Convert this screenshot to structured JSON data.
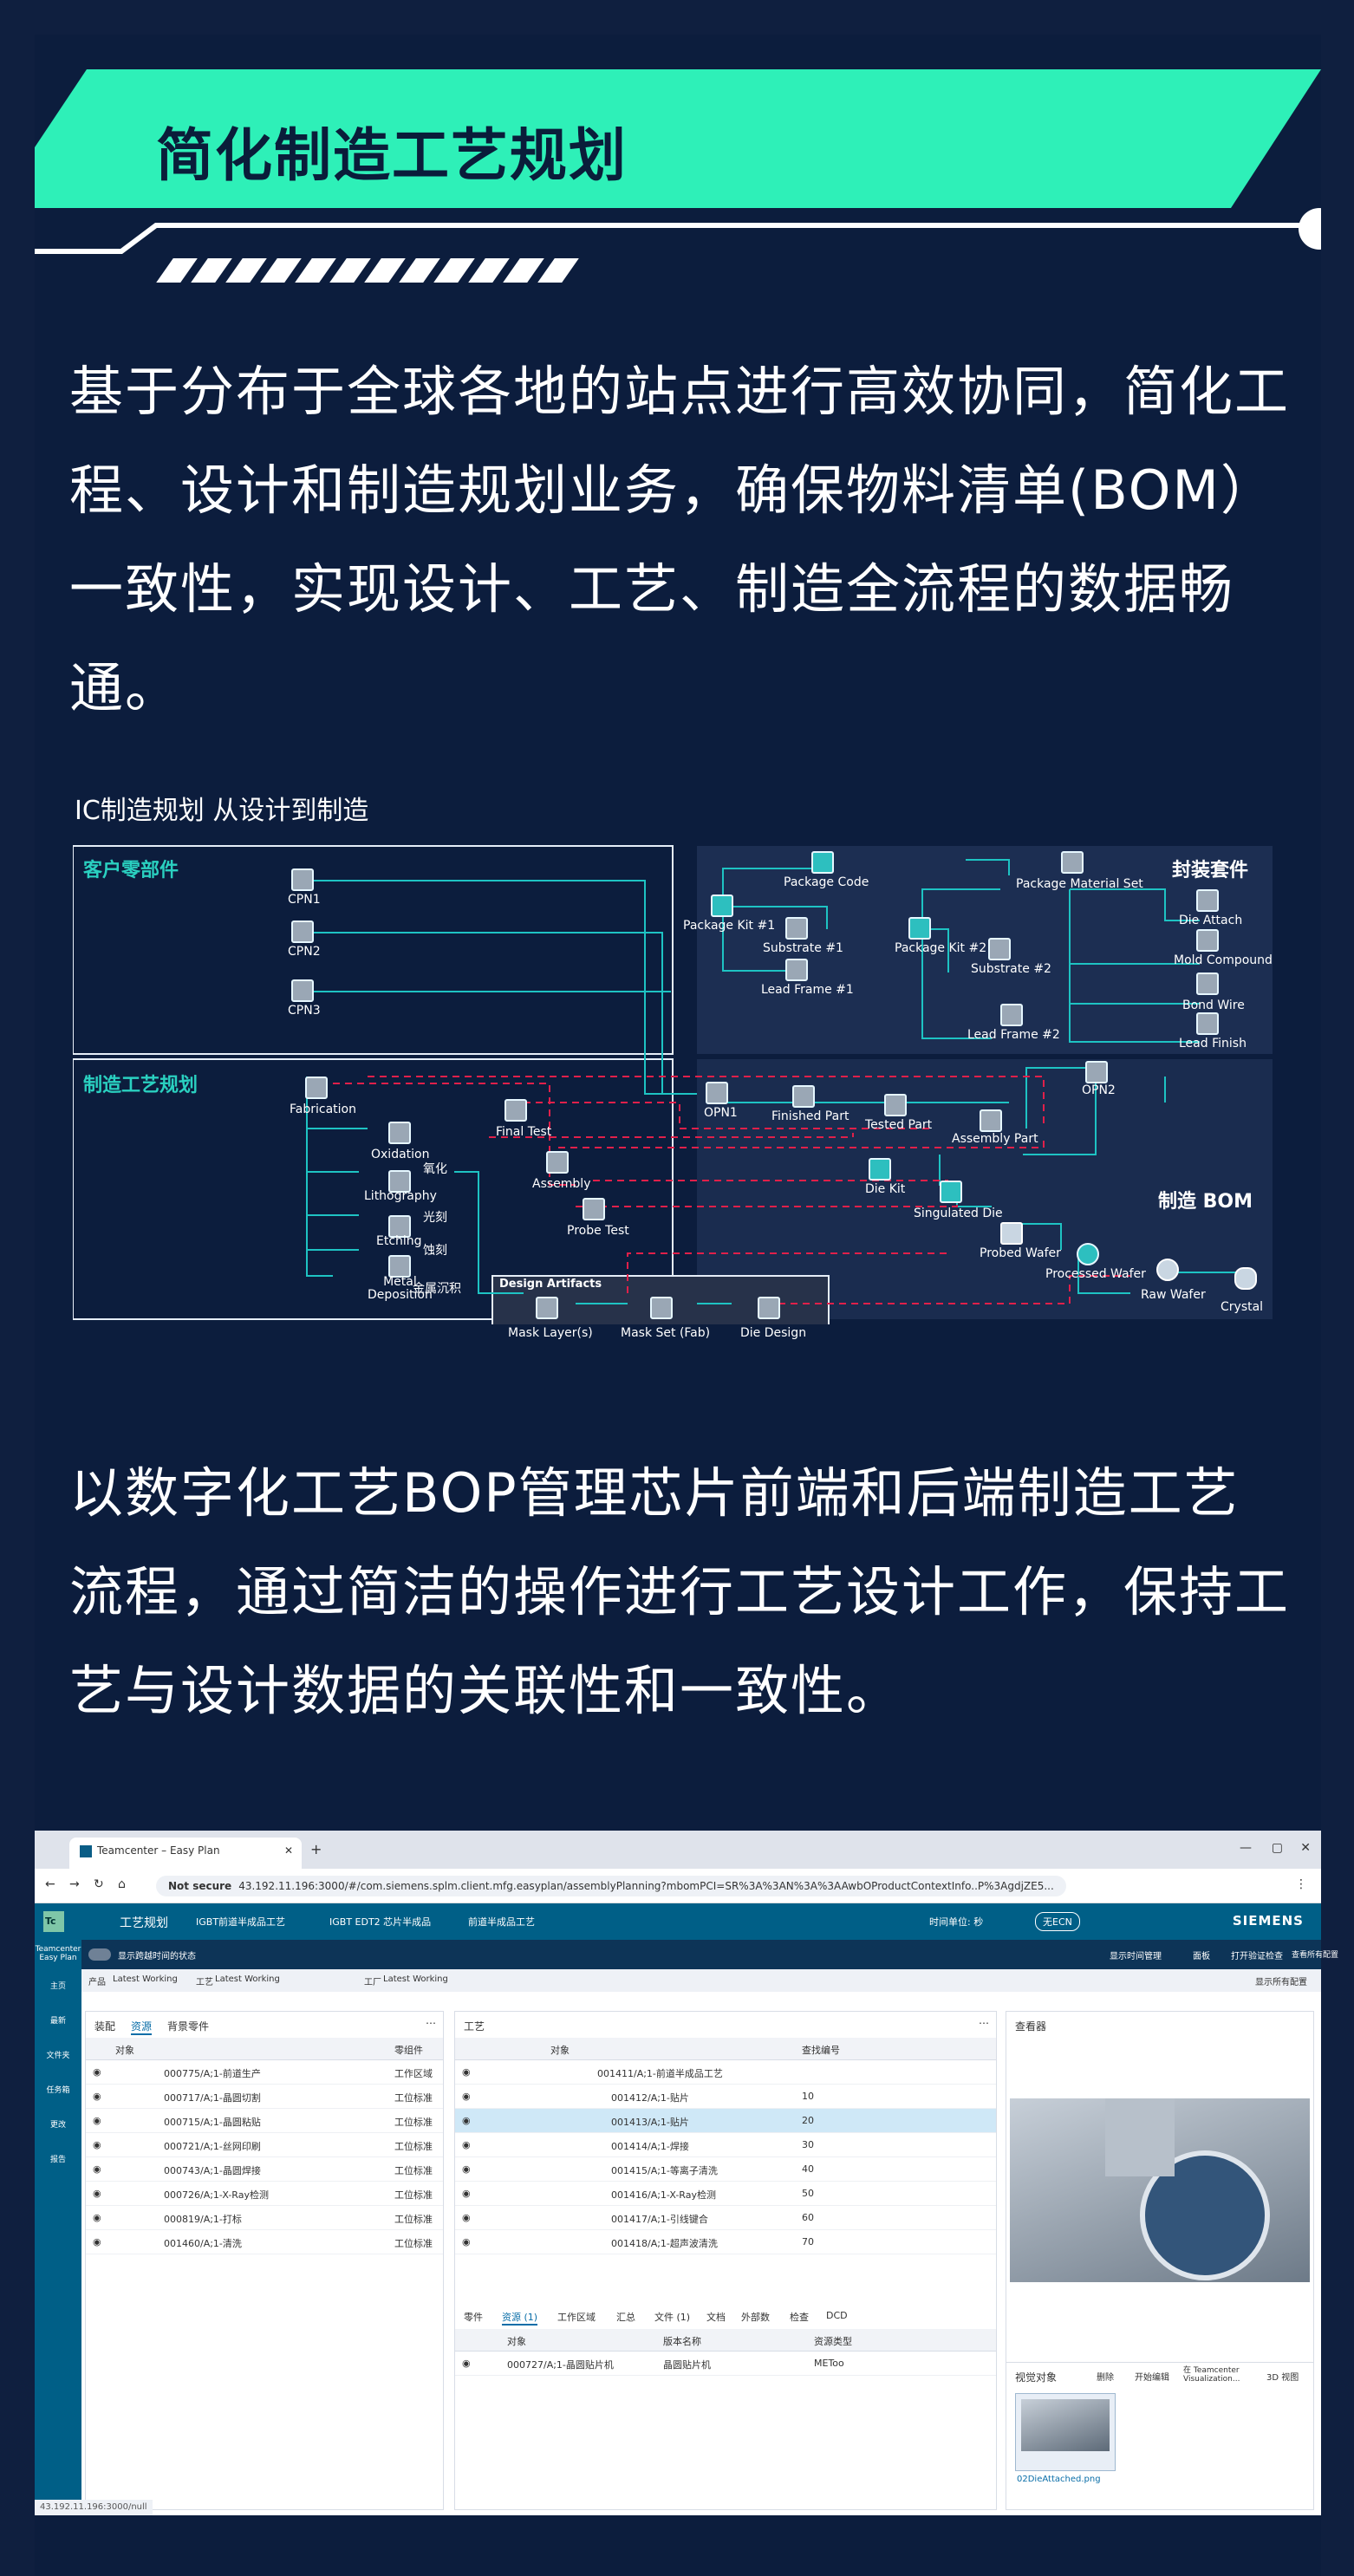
{
  "banner": {
    "title": "简化制造工艺规划"
  },
  "intro": "基于分布于全球各地的站点进行高效协同，简化工程、设计和制造规划业务，确保物料清单(BOM）一致性，实现设计、工艺、制造全流程的数据畅通。",
  "diagram": {
    "title": "IC制造规划 从设计到制造",
    "sections": {
      "customer": "客户零部件",
      "process": "制造工艺规划",
      "package": "封装套件",
      "bom": "制造 BOM",
      "design": "Design Artifacts"
    },
    "nodes": {
      "cpn1": "CPN1",
      "cpn2": "CPN2",
      "cpn3": "CPN3",
      "package_code": "Package Code",
      "package_kit1": "Package Kit #1",
      "substrate1": "Substrate #1",
      "lead_frame1": "Lead Frame #1",
      "package_kit2": "Package Kit #2",
      "substrate2": "Substrate #2",
      "lead_frame2": "Lead Frame #2",
      "package_material_set": "Package Material Set",
      "die_attach": "Die Attach",
      "mold_compound": "Mold Compound",
      "bond_wire": "Bond Wire",
      "lead_finish": "Lead Finish",
      "fabrication": "Fabrication",
      "oxidation": "Oxidation",
      "oxidation_cn": "氧化",
      "lithography": "Lithography",
      "lithography_cn": "光刻",
      "etching": "Etching",
      "etching_cn": "蚀刻",
      "metal_deposition": "Metal\nDeposition",
      "metal_deposition_cn": "金属沉积",
      "final_test": "Final Test",
      "assembly": "Assembly",
      "probe_test": "Probe Test",
      "opn1": "OPN1",
      "opn2": "OPN2",
      "finished_part": "Finished Part",
      "tested_part": "Tested Part",
      "assembly_part": "Assembly Part",
      "die_kit": "Die Kit",
      "singulated_die": "Singulated Die",
      "probed_wafer": "Probed Wafer",
      "processed_wafer": "Processed Wafer",
      "raw_wafer": "Raw Wafer",
      "crystal": "Crystal",
      "mask_layers": "Mask Layer(s)",
      "mask_set": "Mask Set (Fab)",
      "die_design": "Die Design"
    }
  },
  "second_para": "以数字化工艺BOP管理芯片前端和后端制造工艺流程，通过简洁的操作进行工艺设计工作，保持工艺与设计数据的关联性和一致性。",
  "app": {
    "browser": {
      "tab_title": "Teamcenter – Easy Plan",
      "not_secure": "Not secure",
      "url": "43.192.11.196:3000/#/com.siemens.splm.client.mfg.easyplan/assemblyPlanning?mbomPCI=SR%3A%3AN%3A%3AAwbOProductContextInfo..P%3AgdjZE5..."
    },
    "header": {
      "app_name": "工艺规划",
      "crumb1": "IGBT前道半成品工艺",
      "crumb2": "IGBT EDT2 芯片半成品",
      "crumb3": "前道半成品工艺",
      "time_unit": "时间单位: 秒",
      "ecn": "无ECN",
      "brand": "SIEMENS"
    },
    "toolbar": {
      "toggle_label": "显示跨越时间的状态",
      "time_analysis": "显示时间管理",
      "dept": "面板",
      "plan_check": "打开验证检查",
      "view_config": "查看所有配置"
    },
    "filters": {
      "product": "产品",
      "product_val": "Latest Working",
      "process": "工艺",
      "process_val": "Latest Working",
      "plant": "工厂",
      "plant_val": "Latest Working",
      "view_config": "显示所有配置"
    },
    "sidebar": [
      "Teamcenter Easy Plan",
      "主页",
      "最新",
      "文件夹",
      "任务箱",
      "更改",
      "报告"
    ],
    "left_pane": {
      "tabs": [
        "装配",
        "资源",
        "背景零件"
      ],
      "col_object": "对象",
      "col_region": "零组件",
      "rows": [
        {
          "name": "000775/A;1-前道生产",
          "region": "工作区域"
        },
        {
          "name": "000717/A;1-晶圆切割",
          "region": "工位标准"
        },
        {
          "name": "000715/A;1-晶圆粘贴",
          "region": "工位标准"
        },
        {
          "name": "000721/A;1-丝网印刷",
          "region": "工位标准"
        },
        {
          "name": "000743/A;1-晶圆焊接",
          "region": "工位标准"
        },
        {
          "name": "000726/A;1-X-Ray检测",
          "region": "工位标准"
        },
        {
          "name": "000819/A;1-打标",
          "region": "工位标准"
        },
        {
          "name": "001460/A;1-清洗",
          "region": "工位标准"
        }
      ]
    },
    "center_pane": {
      "title": "工艺",
      "col_object": "对象",
      "col_seq": "查找编号",
      "rows": [
        {
          "name": "001411/A;1-前道半成品工艺",
          "seq": ""
        },
        {
          "name": "001412/A;1-贴片",
          "seq": "10"
        },
        {
          "name": "001413/A;1-贴片",
          "seq": "20"
        },
        {
          "name": "001414/A;1-焊接",
          "seq": "30"
        },
        {
          "name": "001415/A;1-等离子清洗",
          "seq": "40"
        },
        {
          "name": "001416/A;1-X-Ray检测",
          "seq": "50"
        },
        {
          "name": "001417/A;1-引线键合",
          "seq": "60"
        },
        {
          "name": "001418/A;1-超声波清洗",
          "seq": "70"
        }
      ],
      "bottom_tabs": [
        "零件",
        "资源 (1)",
        "工作区域",
        "汇总",
        "文件 (1)",
        "文档",
        "外部数",
        "检查",
        "DCD"
      ],
      "bottom_cols": {
        "object": "对象",
        "version": "版本名称",
        "type": "资源类型"
      },
      "bottom_row": {
        "name": "000727/A;1-晶圆贴片机",
        "version": "晶圆贴片机",
        "type": "METoo"
      }
    },
    "viewer": {
      "title": "查看器",
      "visual_title": "视觉对象",
      "delete": "删除",
      "open_edit": "开始编辑",
      "tc_vis": "在 Teamcenter Visualization...",
      "view3d": "3D 视图",
      "file": "02DieAttached.png"
    },
    "status": "43.192.11.196:3000/null"
  }
}
